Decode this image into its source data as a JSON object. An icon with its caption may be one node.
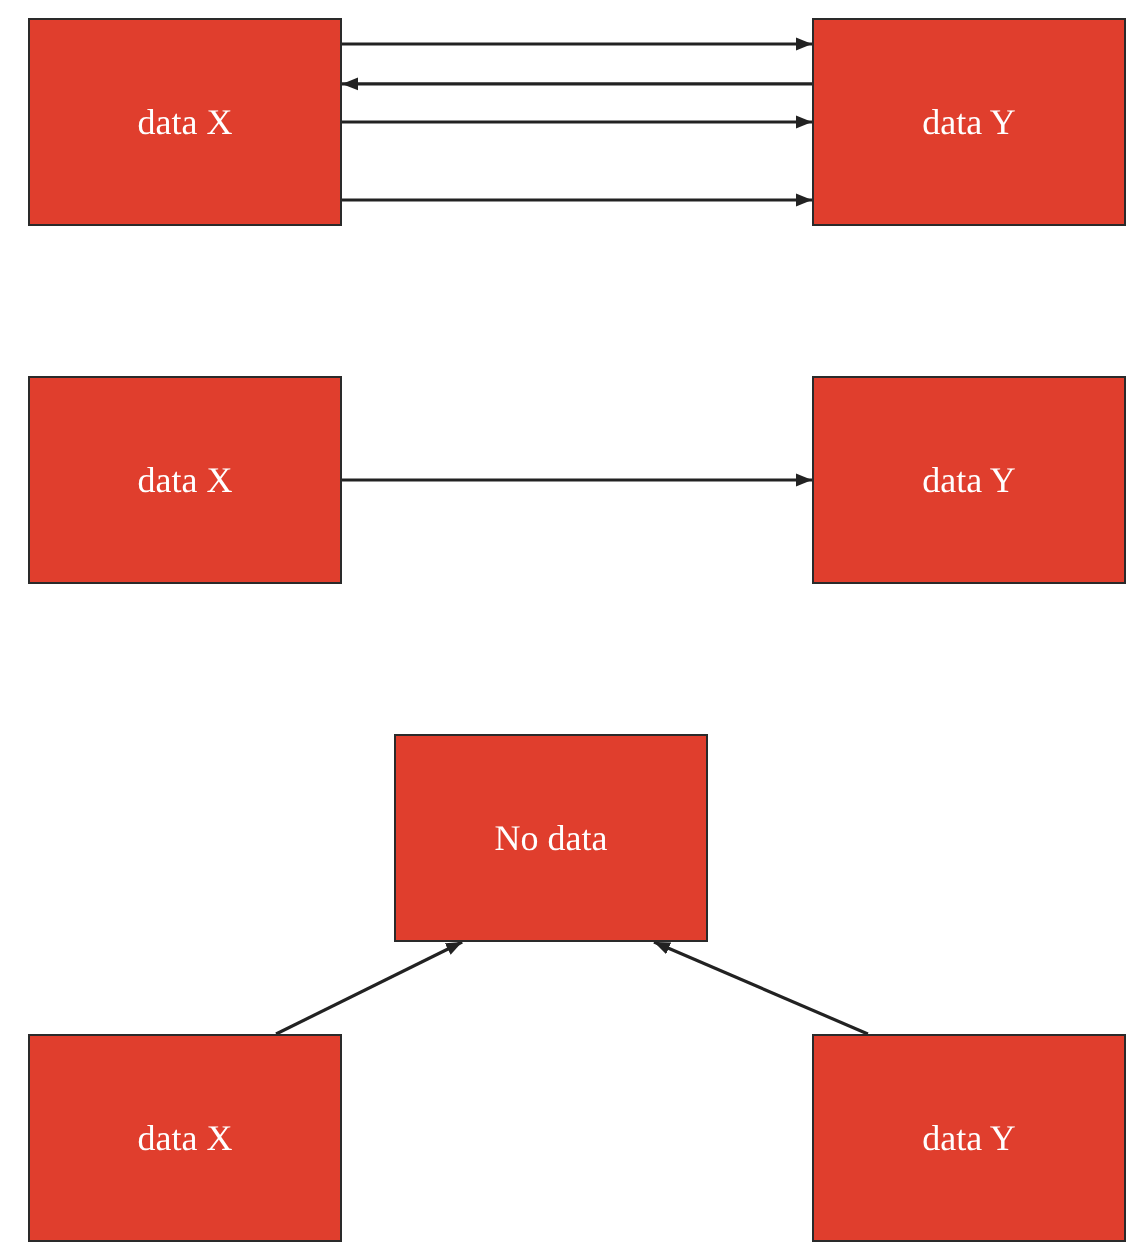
{
  "diagram": {
    "nodes": [
      {
        "text": [
          "data X"
        ]
      },
      {
        "text": [
          "data Y"
        ]
      },
      {
        "text": [
          "data X"
        ]
      },
      {
        "text": [
          "data Y"
        ]
      },
      {
        "text": [
          "No data"
        ]
      },
      {
        "text": [
          "data X"
        ]
      },
      {
        "text": [
          "data Y"
        ]
      }
    ],
    "edges": [
      {
        "from": 0,
        "to": 1,
        "arrow": "to"
      },
      {
        "from": 1,
        "to": 0,
        "arrow": "to"
      },
      {
        "from": 0,
        "to": 1,
        "arrow": "to"
      },
      {
        "from": 0,
        "to": 1,
        "arrow": "to"
      },
      {
        "from": 2,
        "to": 3,
        "arrow": "to"
      },
      {
        "from": 5,
        "to": 4,
        "arrow": "to"
      },
      {
        "from": 6,
        "to": 4,
        "arrow": "to"
      }
    ]
  }
}
